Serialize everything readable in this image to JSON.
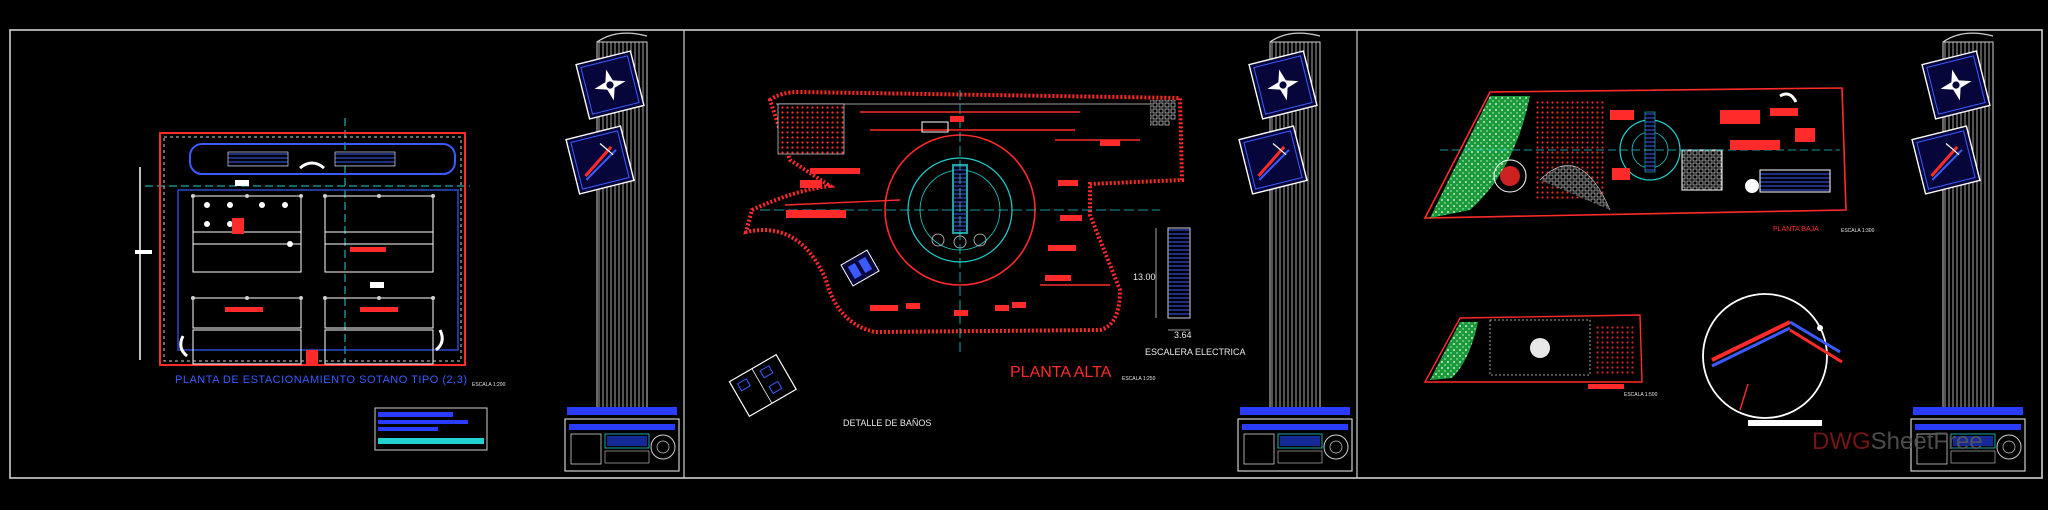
{
  "panel1": {
    "plan_title": "PLANTA DE ESTACIONAMIENTO   SOTANO TIPO (2,3)",
    "scale": "ESCALA 1:200"
  },
  "panel2": {
    "plan_title": "PLANTA ALTA",
    "scale": "ESCALA 1:250",
    "escalator_label": "ESCALERA ELECTRICA",
    "dim_vertical": "13.00",
    "dim_horizontal": "3.64",
    "bath_detail": "DETALLE DE BAÑOS"
  },
  "panel3": {
    "plan_title": "PLANTA BAJA",
    "scale": "ESCALA 1:300",
    "scale_small": "ESCALA 1:500"
  },
  "watermark": {
    "brand_a": "DWG",
    "brand_b": "SheetFree"
  },
  "colors": {
    "background": "#000000",
    "frame": "#d0d0d0",
    "wall": "#ff2a2a",
    "furniture": "#3a5bff",
    "axis": "#22d0d0",
    "green": "#21c24a"
  }
}
